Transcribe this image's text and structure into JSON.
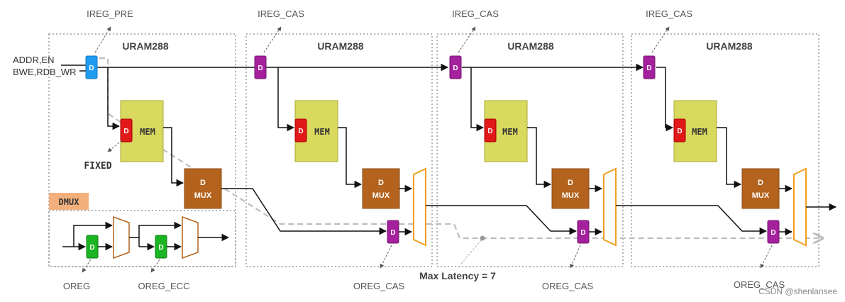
{
  "inputs": {
    "line1": "ADDR,EN",
    "line2": "BWE,RDB_WR"
  },
  "blocks": [
    {
      "title": "URAM288",
      "ireg_label": "IREG_PRE",
      "oreg_label": ""
    },
    {
      "title": "URAM288",
      "ireg_label": "IREG_CAS",
      "oreg_label": "OREG_CAS"
    },
    {
      "title": "URAM288",
      "ireg_label": "IREG_CAS",
      "oreg_label": "OREG_CAS"
    },
    {
      "title": "URAM288",
      "ireg_label": "IREG_CAS",
      "oreg_label": "OREG_CAS"
    }
  ],
  "reg_letter": "D",
  "mem_label": "MEM",
  "dmux_line1": "D",
  "dmux_line2": "MUX",
  "fixed_label": "FIXED",
  "dmux_tag": "DMUX",
  "oreg_label": "OREG",
  "oreg_ecc_label": "OREG_ECC",
  "latency_label": "Max Latency = 7",
  "watermark": "CSDN @shenlansee",
  "colors": {
    "ireg_pre": "#1f9bf0",
    "ireg_cas": "#a4209c",
    "mem_d": "#e11919",
    "mem_fill": "#d9d95f",
    "dmux_fill": "#b3631d",
    "oreg_green": "#1bb423",
    "mux_border": "#f0a020",
    "dmux_tag": "#f4b07c",
    "dash_box": "#b4b4b4",
    "latency_path": "#bdbdbd"
  }
}
